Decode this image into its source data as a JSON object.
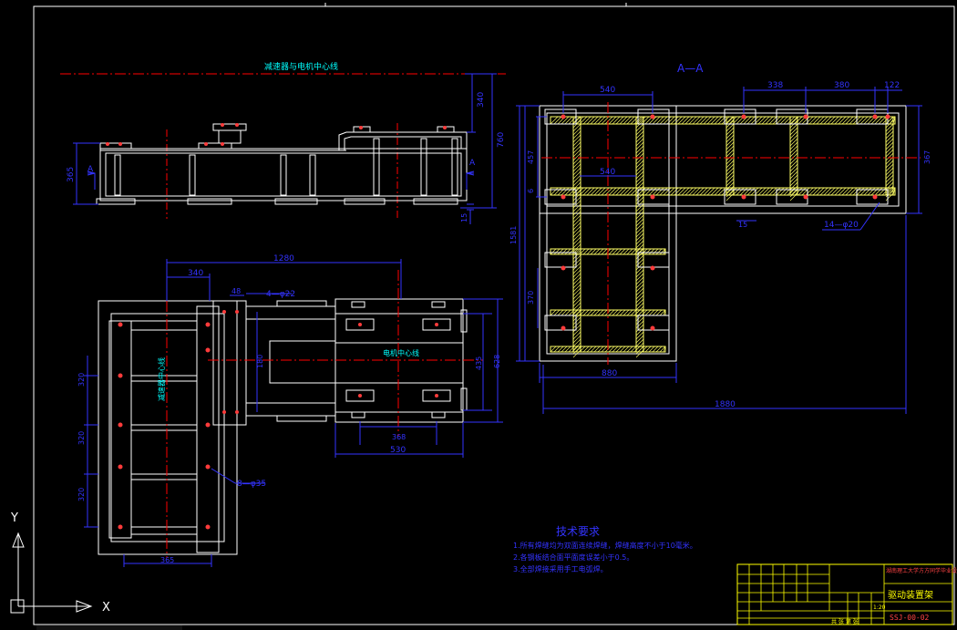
{
  "drawing": {
    "top_view_centerline_label": "减速器与电机中心线",
    "section_label": "A—A",
    "view_marker_left": "A",
    "view_marker_right": "A",
    "motor_centerline_label": "电机中心线",
    "reducer_centerline_label": "减速器中心线"
  },
  "dimensions": {
    "d340_top": "340",
    "d760": "760",
    "d365_left": "365",
    "d15": "15",
    "d540": "540",
    "d338": "338",
    "d380": "380",
    "d122": "122",
    "d457": "457",
    "d367": "367",
    "d540_mid": "540",
    "d1581": "1581",
    "d6_left": "6",
    "d370": "370",
    "d880": "880",
    "d1880": "1880",
    "d15_sec": "15",
    "hole_14": "14—φ20",
    "d1280": "1280",
    "d340_plan": "340",
    "d48": "48",
    "hole_4": "4—φ22",
    "d320_a": "320",
    "d320_b": "320",
    "d320_c": "320",
    "d180": "180",
    "d435": "435",
    "d628": "628",
    "d368": "368",
    "d530": "530",
    "hole_8": "8—φ35",
    "d365_bottom": "365"
  },
  "notes": {
    "title": "技术要求",
    "lines": [
      "1.所有焊缝均为双面连续焊缝，焊缝高度不小于10毫米。",
      "2.各钢板结合面平面度误差小于0.5。",
      "3.全部焊接采用手工电弧焊。"
    ]
  },
  "title_block": {
    "school": "湖南理工大学方方同学毕业设计",
    "drawing_name": "驱动装置架",
    "drawing_number": "SSJ-00-02",
    "scale": "1:20",
    "sheet": "共 张 第 张"
  },
  "ucs": {
    "x_label": "X",
    "y_label": "Y"
  },
  "colors": {
    "background": "#000000",
    "outline": "#ffffff",
    "dimension": "#0000ff",
    "centerline": "#ff0000",
    "hatch": "#ffff66",
    "text_cyan": "#00ffff",
    "title_block": "#ffff00"
  }
}
